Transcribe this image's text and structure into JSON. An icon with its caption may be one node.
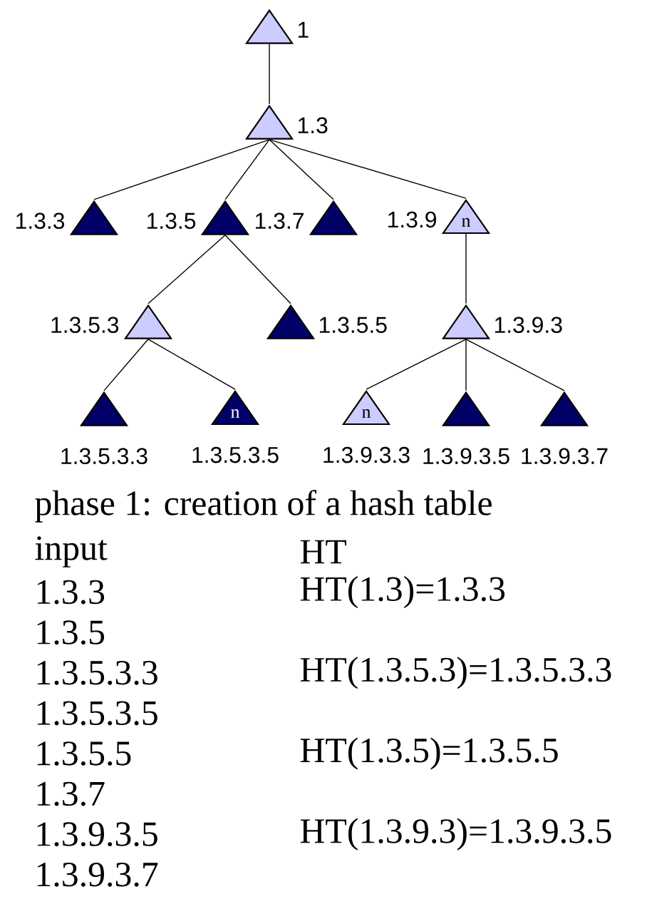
{
  "diagram": {
    "nodes": [
      {
        "text": [],
        "shape": "triangle",
        "beside": [
          "1"
        ]
      },
      {
        "text": [],
        "shape": "triangle",
        "beside": [
          "1.3"
        ]
      },
      {
        "text": [],
        "shape": "triangle",
        "beside": [
          "1.3.3"
        ]
      },
      {
        "text": [],
        "shape": "triangle",
        "beside": [
          "1.3.5"
        ]
      },
      {
        "text": [],
        "shape": "triangle",
        "beside": [
          "1.3.7"
        ]
      },
      {
        "text": [
          "n"
        ],
        "beside": [
          "1.3.9"
        ]
      },
      {
        "text": [],
        "shape": "triangle",
        "beside": [
          "1.3.5.3"
        ]
      },
      {
        "text": [],
        "shape": "triangle",
        "beside": [
          "1.3.5.5"
        ]
      },
      {
        "text": [],
        "shape": "triangle",
        "beside": [
          "1.3.9.3"
        ]
      },
      {
        "text": [],
        "shape": "triangle",
        "beside": [
          "1.3.5.3.3"
        ]
      },
      {
        "text": [
          "n"
        ],
        "beside": [
          "1.3.5.3.5"
        ]
      },
      {
        "text": [
          "n"
        ],
        "beside": [
          "1.3.9.3.3"
        ]
      },
      {
        "text": [],
        "shape": "triangle",
        "beside": [
          "1.3.9.3.5"
        ]
      },
      {
        "text": [],
        "shape": "triangle",
        "beside": [
          "1.3.9.3.7"
        ]
      }
    ],
    "edges": [
      {
        "from": 0,
        "to": 1,
        "arrow": "none"
      },
      {
        "from": 1,
        "to": 2,
        "arrow": "none"
      },
      {
        "from": 1,
        "to": 3,
        "arrow": "none"
      },
      {
        "from": 1,
        "to": 4,
        "arrow": "none"
      },
      {
        "from": 1,
        "to": 5,
        "arrow": "none"
      },
      {
        "from": 3,
        "to": 6,
        "arrow": "none"
      },
      {
        "from": 3,
        "to": 7,
        "arrow": "none"
      },
      {
        "from": 5,
        "to": 8,
        "arrow": "none"
      },
      {
        "from": 6,
        "to": 9,
        "arrow": "none"
      },
      {
        "from": 6,
        "to": 10,
        "arrow": "none"
      },
      {
        "from": 8,
        "to": 11,
        "arrow": "none"
      },
      {
        "from": 8,
        "to": 12,
        "arrow": "none"
      },
      {
        "from": 8,
        "to": 13,
        "arrow": "none"
      }
    ],
    "labels": [
      "phase 1: creation of a hash table",
      "input",
      "HT",
      "1.3.3",
      "HT(1.3)=1.3.3",
      "1.3.5",
      "1.3.5.3.3",
      "HT(1.3.5.3)=1.3.5.3.3",
      "1.3.5.3.5",
      "1.3.5.5",
      "HT(1.3.5)=1.3.5.5",
      "1.3.7",
      "1.3.9.3.5",
      "HT(1.3.9.3)=1.3.9.3.5",
      "1.3.9.3.7"
    ]
  }
}
